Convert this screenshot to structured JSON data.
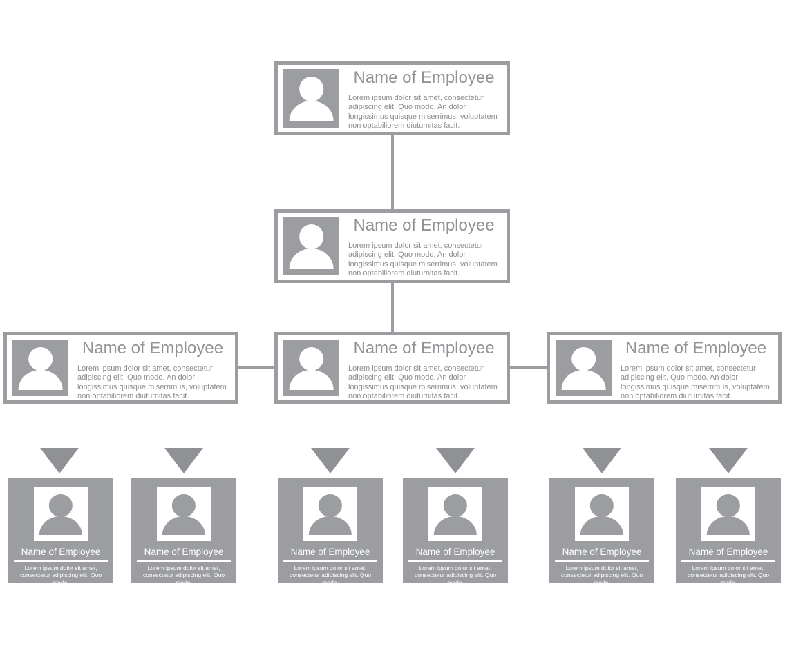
{
  "palette": {
    "gray_main": "#9b9da1",
    "triangle_gray": "#8f9195",
    "title_text_gray": "#909296",
    "body_text_gray": "#8a8c90",
    "card_background": "#ffffff"
  },
  "icons": {
    "person": "person-silhouette",
    "arrow": "triangle-down-arrow"
  },
  "levels": [
    {
      "level": 1,
      "cards": [
        {
          "title": "Name of Employee",
          "body": "Lorem ipsum dolor sit amet, consectetur adipiscing elit. Quo modo. An dolor longissimus quisque miserrimus, voluptatem non optabiliorem diuturnitas facit."
        }
      ]
    },
    {
      "level": 2,
      "cards": [
        {
          "title": "Name of Employee",
          "body": "Lorem ipsum dolor sit amet, consectetur adipiscing elit. Quo modo. An dolor longissimus quisque miserrimus, voluptatem non optabiliorem diuturnitas facit."
        }
      ]
    },
    {
      "level": 3,
      "cards": [
        {
          "title": "Name of Employee",
          "body": "Lorem ipsum dolor sit amet, consectetur adipiscing elit. Quo modo. An dolor longissimus quisque miserrimus, voluptatem non optabiliorem diuturnitas facit."
        },
        {
          "title": "Name of Employee",
          "body": "Lorem ipsum dolor sit amet, consectetur adipiscing elit. Quo modo. An dolor longissimus quisque miserrimus, voluptatem non optabiliorem diuturnitas facit."
        },
        {
          "title": "Name of Employee",
          "body": "Lorem ipsum dolor sit amet, consectetur adipiscing elit. Quo modo. An dolor longissimus quisque miserrimus, voluptatem non optabiliorem diuturnitas facit."
        }
      ]
    },
    {
      "level": 4,
      "cards": [
        {
          "title": "Name of Employee",
          "body": "Lorem ipsum dolor sit amet, consectetur adipiscing elit. Quo modo."
        },
        {
          "title": "Name of Employee",
          "body": "Lorem ipsum dolor sit amet, consectetur adipiscing elit. Quo modo."
        },
        {
          "title": "Name of Employee",
          "body": "Lorem ipsum dolor sit amet, consectetur adipiscing elit. Quo modo."
        },
        {
          "title": "Name of Employee",
          "body": "Lorem ipsum dolor sit amet, consectetur adipiscing elit. Quo modo."
        },
        {
          "title": "Name of Employee",
          "body": "Lorem ipsum dolor sit amet, consectetur adipiscing elit. Quo modo."
        },
        {
          "title": "Name of Employee",
          "body": "Lorem ipsum dolor sit amet, consectetur adipiscing elit. Quo modo."
        }
      ]
    }
  ]
}
